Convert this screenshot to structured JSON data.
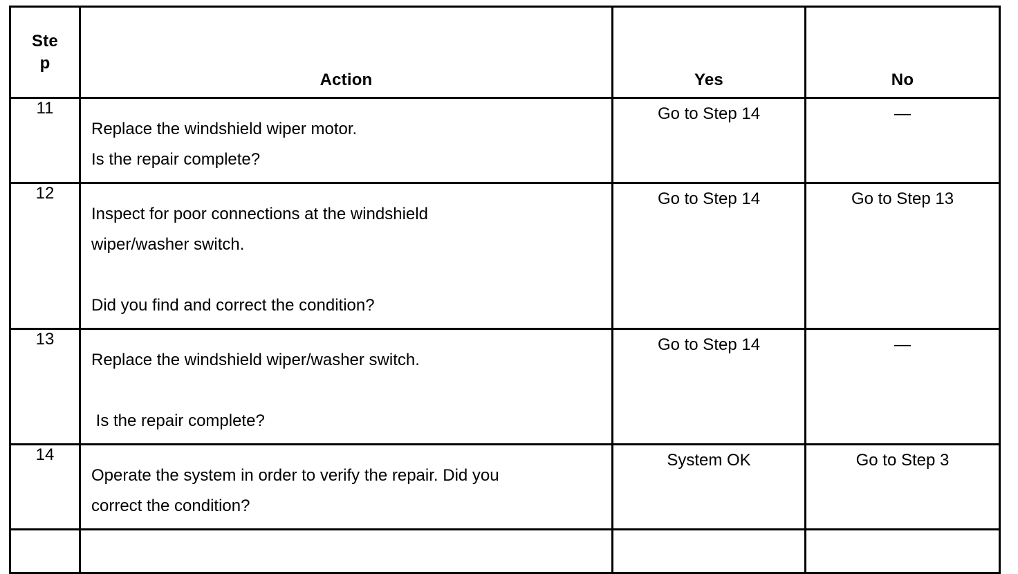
{
  "document": {
    "type": "diagnostic-step-table",
    "title": "Windshield Wiper Diagnostic Step Table"
  },
  "table": {
    "columns": [
      {
        "key": "step",
        "label": "Step",
        "label_wrapped": "St\nep",
        "align": "center"
      },
      {
        "key": "action",
        "label": "Action",
        "align": "center"
      },
      {
        "key": "yes",
        "label": "Yes",
        "align": "center"
      },
      {
        "key": "no",
        "label": "No",
        "align": "center"
      }
    ],
    "rows": [
      {
        "step": "11",
        "action": "Replace the windshield wiper motor.\nIs the repair complete?",
        "yes": "Go to Step 14",
        "no": "—"
      },
      {
        "step": "12",
        "action": "Inspect for poor connections at the windshield\nwiper/washer switch.\n\nDid you find and correct the condition?",
        "yes": "Go to Step 14",
        "no": "Go to Step 13"
      },
      {
        "step": "13",
        "action": "Replace the windshield wiper/washer switch.\n\n Is the repair complete?",
        "yes": "Go to Step 14",
        "no": "—"
      },
      {
        "step": "14",
        "action": "Operate the system in order to verify the repair. Did you\ncorrect the condition?",
        "yes": "System OK",
        "no": "Go to Step 3"
      },
      {
        "step": "",
        "action": "",
        "yes": "",
        "no": ""
      }
    ]
  },
  "colors": {
    "page_background": "#ffffff",
    "border": "#000000",
    "text": "#000000"
  }
}
